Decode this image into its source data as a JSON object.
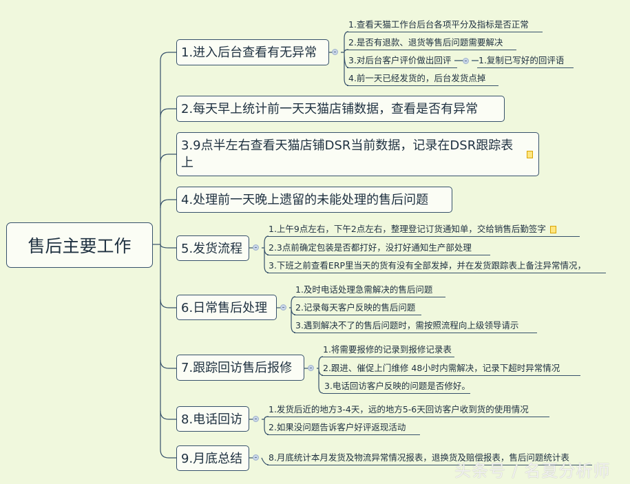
{
  "root": "售后主要工作",
  "nodes": [
    {
      "label": "1.进入后台查看有无异常",
      "children": [
        "1.查看天猫工作台后台各项平分及指标是否正常",
        "2.是否有退款、退货等售后问题需要解决",
        "3.对后台客户评价做出回评",
        "4.前一天已经发货的，后台发货点掉"
      ],
      "grandchild": "1.复制已写好的回评语"
    },
    {
      "label": "2.每天早上统计前一天天猫店铺数据，查看是否有异常"
    },
    {
      "label": "3.9点半左右查看天猫店铺DSR当前数据，记录在DSR跟踪表上"
    },
    {
      "label": "4.处理前一天晚上遗留的未能处理的售后问题"
    },
    {
      "label": "5.发货流程",
      "children": [
        "1.上午9点左右，下午2点左右，整理登记订货通知单，交给销售后勤签字",
        "2.3点前确定包装是否都打好，没打好通知生产部处理",
        "3.下班之前查看ERP里当天的货有没有全部发掉，并在发货跟踪表上备注异常情况，"
      ]
    },
    {
      "label": "6.日常售后处理",
      "children": [
        "1.及时电话处理急需解决的售后问题",
        "2.记录每天客户反映的售后问题",
        "3.遇到解决不了的售后问题时，需按照流程向上级领导请示"
      ]
    },
    {
      "label": "7.跟踪回访售后报修",
      "children": [
        "1.将需要报修的记录到报修记录表",
        "2.跟进、催促上门维修  48小时内需解决，记录下超时异常情况",
        "3.电话回访客户反映的问题是否修好。"
      ]
    },
    {
      "label": "8.电话回访",
      "children": [
        "1.发货后近的地方3-4天，远的地方5-6天回访客户收到货的使用情况",
        "2.如果没问题告诉客户好评返现活动"
      ]
    },
    {
      "label": "9.月底总结",
      "children": [
        "8.月底统计本月发货及物流异常情况报表，退换货及赔偿报表，售后问题统计表"
      ]
    }
  ],
  "watermark": "头条号 / 名夏分析师",
  "colors": {
    "background": "#f0f8dd",
    "line": "#35506a"
  }
}
